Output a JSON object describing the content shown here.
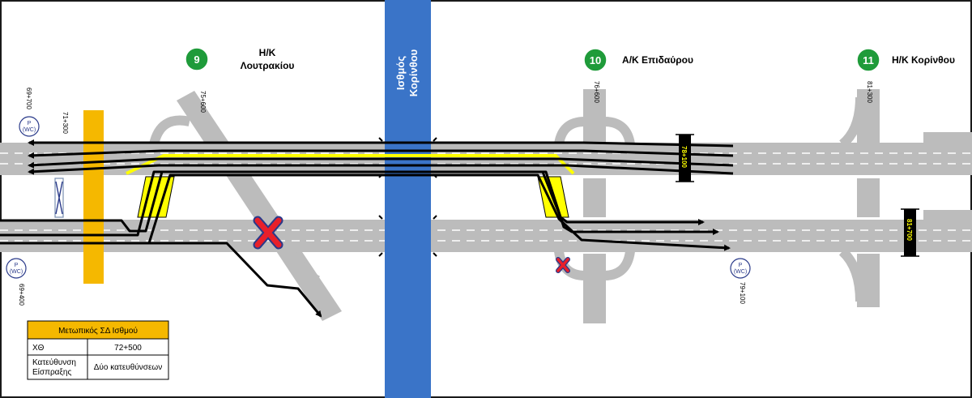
{
  "canal": {
    "label_line1": "Ισθμός",
    "label_line2": "Κορίνθου",
    "color": "#3a74c8"
  },
  "interchanges": [
    {
      "number": "9",
      "name_line1": "Η/Κ",
      "name_line2": "Λουτρακίου",
      "chainage": "75+600"
    },
    {
      "number": "10",
      "name_line1": "Α/Κ Επιδαύρου",
      "name_line2": "",
      "chainage": "76+600"
    },
    {
      "number": "11",
      "name_line1": "Η/Κ Κορίνθου",
      "name_line2": "",
      "chainage": "81+300"
    }
  ],
  "chainages": {
    "top_left_a": "69+700",
    "top_left_b": "71+300",
    "bottom_left": "69+400",
    "bottom_mid": "79+100",
    "box_top": "78+100",
    "box_bottom": "81+700"
  },
  "parking": {
    "line1": "P",
    "line2": "(WC)"
  },
  "table": {
    "header": "Μετωπικός ΣΔ Ισθμού",
    "row1_label": "ΧΘ",
    "row1_value": "72+500",
    "row2_label_line1": "Κατεύθυνση",
    "row2_label_line2": "Είσπραξης",
    "row2_value": "Δύο κατευθύνσεων"
  },
  "colors": {
    "road": "#bcbcbc",
    "toll": "#f5b800",
    "detour_yellow": "#ffff00",
    "closed_x": "#e8202a",
    "closed_x_outline": "#2a3a8a",
    "marker_circle": "#1f9b3a",
    "table_header": "#f5b800"
  }
}
